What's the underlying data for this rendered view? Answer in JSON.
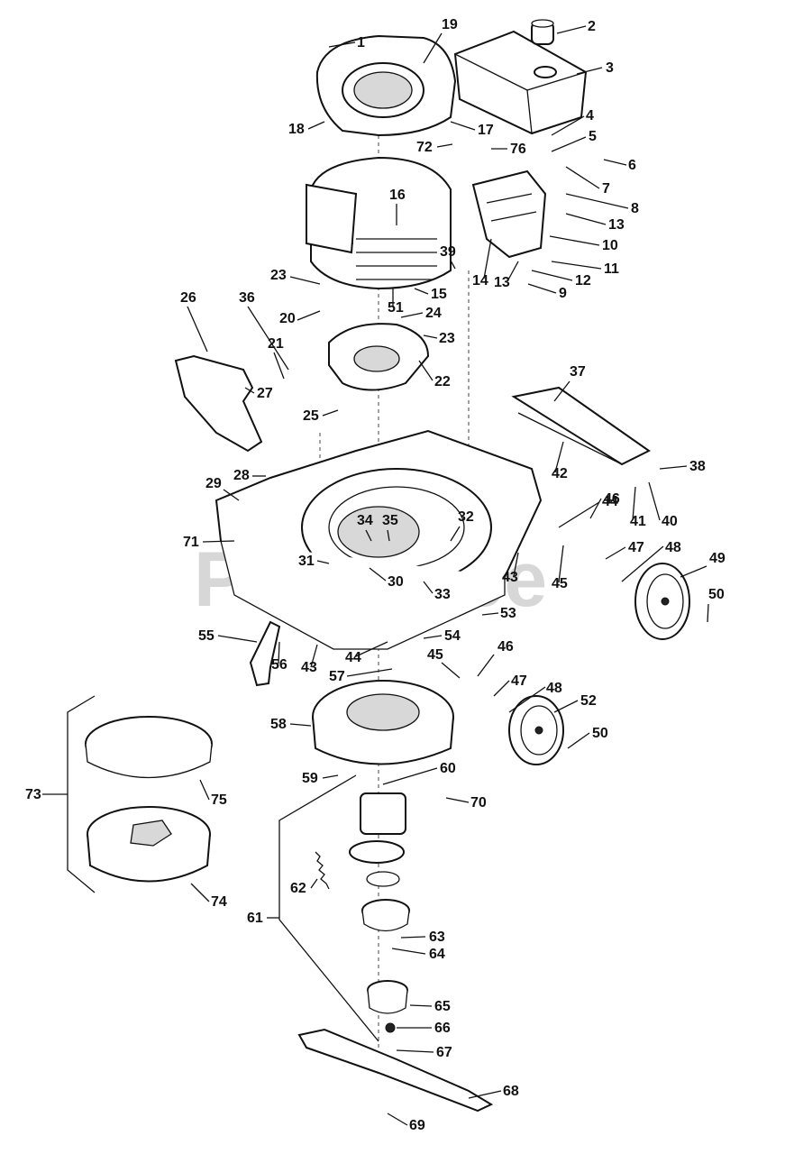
{
  "watermark": "PartsTree",
  "labels": [
    {
      "id": "1",
      "text": "1"
    },
    {
      "id": "2",
      "text": "2"
    },
    {
      "id": "3",
      "text": "3"
    },
    {
      "id": "4",
      "text": "4"
    },
    {
      "id": "5",
      "text": "5"
    },
    {
      "id": "6",
      "text": "6"
    },
    {
      "id": "7",
      "text": "7"
    },
    {
      "id": "8",
      "text": "8"
    },
    {
      "id": "9",
      "text": "9"
    },
    {
      "id": "10",
      "text": "10"
    },
    {
      "id": "11",
      "text": "11"
    },
    {
      "id": "12",
      "text": "12"
    },
    {
      "id": "13a",
      "text": "13"
    },
    {
      "id": "13b",
      "text": "13"
    },
    {
      "id": "14",
      "text": "14"
    },
    {
      "id": "15",
      "text": "15"
    },
    {
      "id": "16",
      "text": "16"
    },
    {
      "id": "17",
      "text": "17"
    },
    {
      "id": "18",
      "text": "18"
    },
    {
      "id": "19",
      "text": "19"
    },
    {
      "id": "20",
      "text": "20"
    },
    {
      "id": "21",
      "text": "21"
    },
    {
      "id": "22",
      "text": "22"
    },
    {
      "id": "23a",
      "text": "23"
    },
    {
      "id": "23b",
      "text": "23"
    },
    {
      "id": "24",
      "text": "24"
    },
    {
      "id": "25",
      "text": "25"
    },
    {
      "id": "26",
      "text": "26"
    },
    {
      "id": "27",
      "text": "27"
    },
    {
      "id": "28",
      "text": "28"
    },
    {
      "id": "29",
      "text": "29"
    },
    {
      "id": "30",
      "text": "30"
    },
    {
      "id": "31",
      "text": "31"
    },
    {
      "id": "32",
      "text": "32"
    },
    {
      "id": "33",
      "text": "33"
    },
    {
      "id": "34",
      "text": "34"
    },
    {
      "id": "35",
      "text": "35"
    },
    {
      "id": "36",
      "text": "36"
    },
    {
      "id": "37",
      "text": "37"
    },
    {
      "id": "38",
      "text": "38"
    },
    {
      "id": "39",
      "text": "39"
    },
    {
      "id": "40",
      "text": "40"
    },
    {
      "id": "41",
      "text": "41"
    },
    {
      "id": "42",
      "text": "42"
    },
    {
      "id": "43a",
      "text": "43"
    },
    {
      "id": "43b",
      "text": "43"
    },
    {
      "id": "44a",
      "text": "44"
    },
    {
      "id": "44b",
      "text": "44"
    },
    {
      "id": "45a",
      "text": "45"
    },
    {
      "id": "45b",
      "text": "45"
    },
    {
      "id": "46a",
      "text": "46"
    },
    {
      "id": "46b",
      "text": "46"
    },
    {
      "id": "47a",
      "text": "47"
    },
    {
      "id": "47b",
      "text": "47"
    },
    {
      "id": "48a",
      "text": "48"
    },
    {
      "id": "48b",
      "text": "48"
    },
    {
      "id": "49",
      "text": "49"
    },
    {
      "id": "50a",
      "text": "50"
    },
    {
      "id": "50b",
      "text": "50"
    },
    {
      "id": "51",
      "text": "51"
    },
    {
      "id": "52",
      "text": "52"
    },
    {
      "id": "53",
      "text": "53"
    },
    {
      "id": "54",
      "text": "54"
    },
    {
      "id": "55",
      "text": "55"
    },
    {
      "id": "56",
      "text": "56"
    },
    {
      "id": "57",
      "text": "57"
    },
    {
      "id": "58",
      "text": "58"
    },
    {
      "id": "59",
      "text": "59"
    },
    {
      "id": "60",
      "text": "60"
    },
    {
      "id": "61",
      "text": "61"
    },
    {
      "id": "62",
      "text": "62"
    },
    {
      "id": "63",
      "text": "63"
    },
    {
      "id": "64",
      "text": "64"
    },
    {
      "id": "65",
      "text": "65"
    },
    {
      "id": "66",
      "text": "66"
    },
    {
      "id": "67",
      "text": "67"
    },
    {
      "id": "68",
      "text": "68"
    },
    {
      "id": "69",
      "text": "69"
    },
    {
      "id": "70",
      "text": "70"
    },
    {
      "id": "71",
      "text": "71"
    },
    {
      "id": "72",
      "text": "72"
    },
    {
      "id": "73",
      "text": "73"
    },
    {
      "id": "74",
      "text": "74"
    },
    {
      "id": "75",
      "text": "75"
    },
    {
      "id": "76",
      "text": "76"
    }
  ]
}
